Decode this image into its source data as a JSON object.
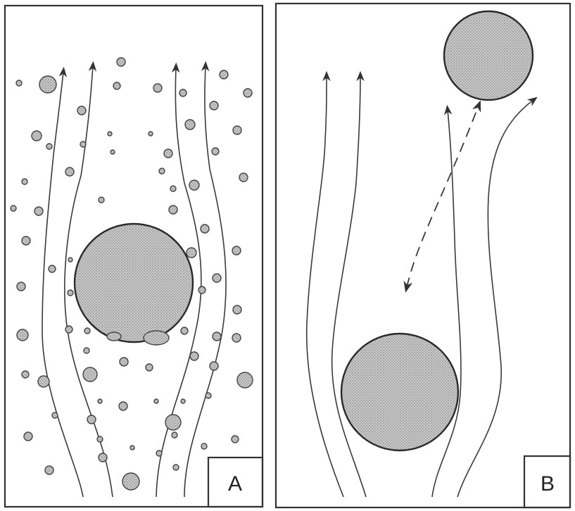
{
  "panels": [
    {
      "id": "A",
      "label": "A"
    },
    {
      "id": "B",
      "label": "B"
    }
  ],
  "colors": {
    "ink": "#333333",
    "sphere_fill": "#bdbdbd",
    "background": "#ffffff"
  }
}
